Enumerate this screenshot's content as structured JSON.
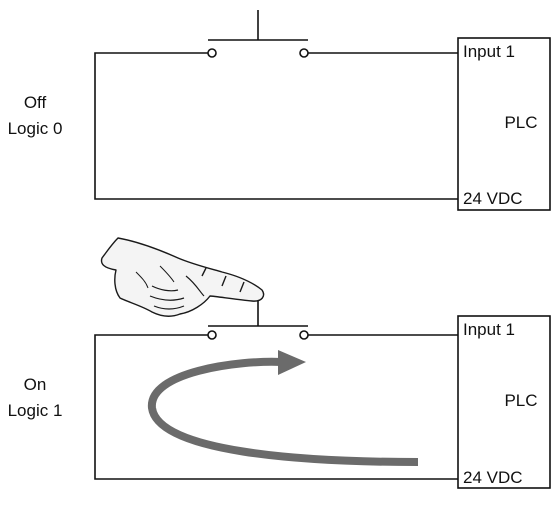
{
  "top": {
    "state_label": "Off",
    "logic_label": "Logic 0",
    "plc": {
      "input_label": "Input 1",
      "name": "PLC",
      "supply_label": "24 VDC"
    }
  },
  "bottom": {
    "state_label": "On",
    "logic_label": "Logic 1",
    "plc": {
      "input_label": "Input 1",
      "name": "PLC",
      "supply_label": "24 VDC"
    }
  },
  "colors": {
    "line": "#111111",
    "arrow": "#6b6b6b",
    "hand_fill": "#f4f4f4"
  }
}
